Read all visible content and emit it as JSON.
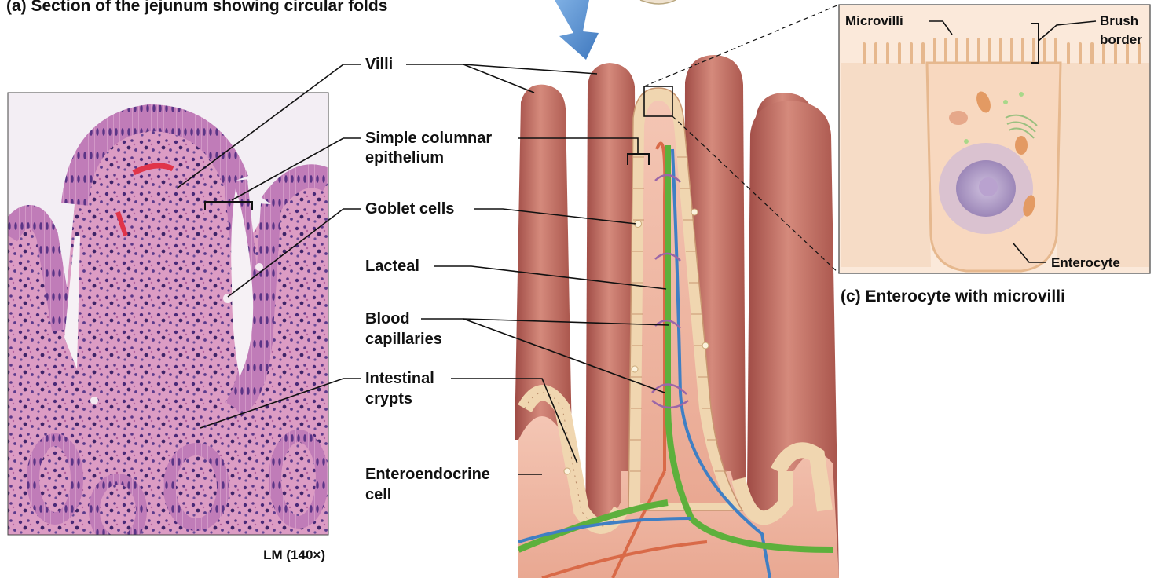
{
  "panel_a": {
    "caption": "(a) Section of the jejunum showing circular folds"
  },
  "panel_b": {
    "micrograph_magnification": "LM (140×)",
    "labels": {
      "villi": "Villi",
      "simple_columnar_1": "Simple columnar",
      "simple_columnar_2": "epithelium",
      "goblet_cells": "Goblet cells",
      "lacteal": "Lacteal",
      "blood_capillaries_1": "Blood",
      "blood_capillaries_2": "capillaries",
      "intestinal_crypts_1": "Intestinal",
      "intestinal_crypts_2": "crypts",
      "enteroendocrine_1": "Enteroendocrine",
      "enteroendocrine_2": "cell"
    }
  },
  "panel_c": {
    "caption": "(c) Enterocyte with microvilli",
    "labels": {
      "microvilli": "Microvilli",
      "brush_border_1": "Brush",
      "brush_border_2": "border",
      "enterocyte": "Enterocyte"
    }
  },
  "colors": {
    "lacteal": "#5db03c",
    "capillary_blue": "#3f7fc4",
    "capillary_red": "#d96a48",
    "villus_tissue": "#c8736a",
    "epithelium": "#f3d9b8",
    "he_stain_purple": "#8a4f9f",
    "he_stain_pink": "#e7a8c8",
    "arrow": "#4a86c8"
  }
}
